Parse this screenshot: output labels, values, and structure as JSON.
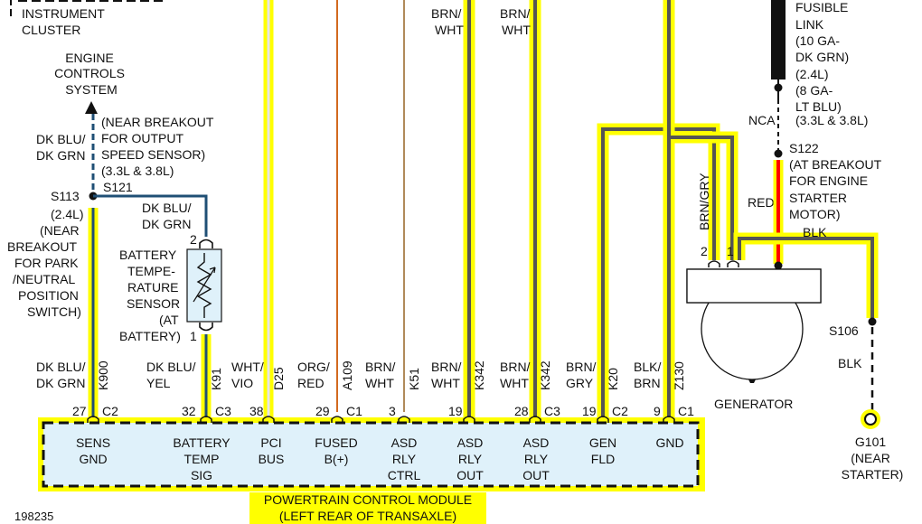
{
  "header": {
    "instrument_cluster": [
      "INSTRUMENT",
      "CLUSTER"
    ]
  },
  "engine_controls": {
    "lines": [
      "ENGINE",
      "CONTROLS",
      "SYSTEM"
    ]
  },
  "s113": {
    "wire_label": [
      "DK BLU/",
      "DK GRN"
    ],
    "breakout_note": [
      "(NEAR BREAKOUT",
      "FOR OUTPUT",
      "SPEED SENSOR)",
      "(3.3L & 3.8L)"
    ],
    "splice_id": "S113",
    "s121": "S121",
    "note_left": [
      "(2.4L)",
      "(NEAR",
      "BREAKOUT",
      "FOR PARK",
      "/NEUTRAL",
      "POSITION",
      "SWITCH)"
    ]
  },
  "battery_sensor": {
    "wire_top_label": [
      "DK BLU/",
      "DK GRN"
    ],
    "pin_top": "2",
    "pin_bottom": "1",
    "label": [
      "BATTERY",
      "TEMPE-",
      "RATURE",
      "SENSOR",
      "(AT",
      "BATTERY)"
    ]
  },
  "fusible_link": {
    "lines": [
      "FUSIBLE",
      "LINK",
      "(10 GA-",
      "DK GRN)",
      "(2.4L)",
      "(8 GA-",
      "LT BLU)",
      "(3.3L & 3.8L)"
    ]
  },
  "starter": {
    "nca": "NCA",
    "splice_id": "S122",
    "note": [
      "(AT BREAKOUT",
      "FOR ENGINE",
      "STARTER",
      "MOTOR)"
    ],
    "red_label": "RED",
    "blk_label": "BLK"
  },
  "generator": {
    "label": "GENERATOR",
    "brn_gry_label": "BRN/GRY",
    "pin_2": "2",
    "pin_1": "1"
  },
  "ground": {
    "s106": "S106",
    "blk_label": "BLK",
    "g101": [
      "G101",
      "(NEAR",
      "STARTER)"
    ]
  },
  "top_wires": [
    {
      "label": [
        "BRN/",
        "WHT"
      ]
    },
    {
      "label": [
        "BRN/",
        "WHT"
      ]
    }
  ],
  "wires": [
    {
      "color": [
        "DK BLU/",
        "DK GRN"
      ],
      "circuit": "K900",
      "pin": "27",
      "conn": "C2"
    },
    {
      "color": [
        "DK BLU/",
        "YEL"
      ],
      "circuit": "K91",
      "pin": "32",
      "conn": "C3"
    },
    {
      "color": [
        "WHT/",
        "VIO"
      ],
      "circuit": "D25",
      "pin": "38",
      "conn": ""
    },
    {
      "color": [
        "ORG/",
        "RED"
      ],
      "circuit": "A109",
      "pin": "29",
      "conn": "C1"
    },
    {
      "color": [
        "BRN/",
        "WHT"
      ],
      "circuit": "K51",
      "pin": "3",
      "conn": ""
    },
    {
      "color": [
        "BRN/",
        "WHT"
      ],
      "circuit": "K342",
      "pin": "19",
      "conn": ""
    },
    {
      "color": [
        "BRN/",
        "WHT"
      ],
      "circuit": "K342",
      "pin": "28",
      "conn": "C3"
    },
    {
      "color": [
        "BRN/",
        "GRY"
      ],
      "circuit": "K20",
      "pin": "19",
      "conn": "C2"
    },
    {
      "color": [
        "BLK/",
        "BRN"
      ],
      "circuit": "Z130",
      "pin": "9",
      "conn": "C1"
    }
  ],
  "pcm": {
    "terminals": [
      [
        "SENS",
        "GND"
      ],
      [
        "BATTERY",
        "TEMP",
        "SIG"
      ],
      [
        "PCI",
        "BUS"
      ],
      [
        "FUSED",
        "B(+)"
      ],
      [
        "ASD",
        "RLY",
        "CTRL"
      ],
      [
        "ASD",
        "RLY",
        "OUT"
      ],
      [
        "ASD",
        "RLY",
        "OUT"
      ],
      [
        "GEN",
        "FLD"
      ],
      [
        "GND"
      ]
    ],
    "name": "POWERTRAIN CONTROL MODULE",
    "location": "(LEFT REAR OF TRANSAXLE)"
  },
  "figure_id": "198235",
  "colors": {
    "highlight": "#ffff00",
    "wire_dark": "#555555",
    "wire_blue": "#1f4f75",
    "wire_red": "#ff0000",
    "wire_orange": "#d2691e",
    "wire_tan": "#b08a5a",
    "module_fill": "#dff1fa"
  }
}
